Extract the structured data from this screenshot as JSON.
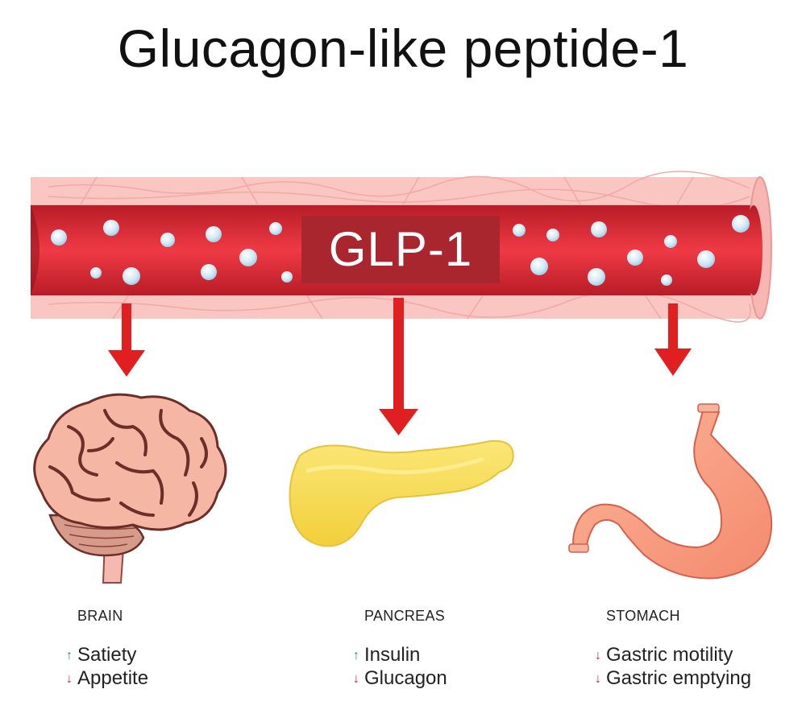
{
  "title": "Glucagon-like peptide-1",
  "vessel_label": "GLP-1",
  "colors": {
    "increase": "#1a9a4a",
    "decrease": "#d12a2a",
    "arrow": "#e02020",
    "blood": "#d8232f",
    "label_bg": "#a9262e"
  },
  "organs": [
    {
      "name": "BRAIN",
      "icon": "brain-icon",
      "effects": [
        {
          "direction": "up",
          "text": "Satiety"
        },
        {
          "direction": "down",
          "text": "Appetite"
        }
      ]
    },
    {
      "name": "PANCREAS",
      "icon": "pancreas-icon",
      "effects": [
        {
          "direction": "up",
          "text": "Insulin"
        },
        {
          "direction": "down",
          "text": "Glucagon"
        }
      ]
    },
    {
      "name": "STOMACH",
      "icon": "stomach-icon",
      "effects": [
        {
          "direction": "down",
          "text": "Gastric motility"
        },
        {
          "direction": "down",
          "text": "Gastric emptying"
        }
      ]
    }
  ]
}
